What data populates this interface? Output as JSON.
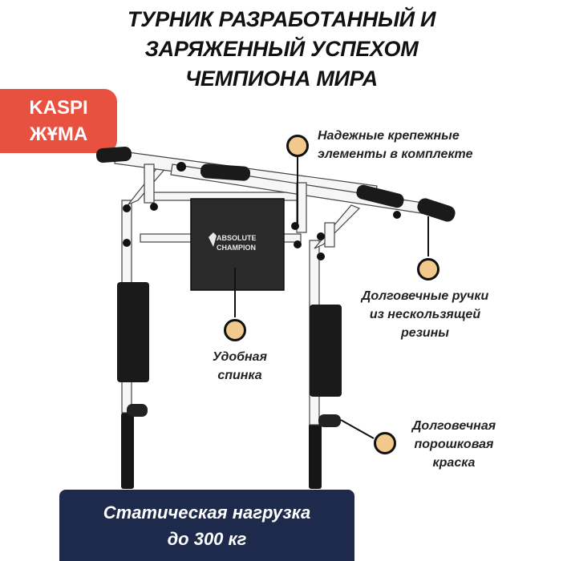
{
  "title": {
    "line1": "ТУРНИК РАЗРАБОТАННЫЙ И",
    "line2": "ЗАРЯЖЕННЫЙ УСПЕХОМ",
    "line3": "ЧЕМПИОНА МИРА"
  },
  "badge": {
    "line1": "KASPI",
    "line2": "ЖҰМА",
    "color": "#e8503f"
  },
  "brand": {
    "line1": "ABSOLUTE",
    "line2": "CHAMPION"
  },
  "callouts": {
    "fasteners": {
      "line1": "Надежные крепежные",
      "line2": "элементы в комплекте"
    },
    "handles": {
      "line1": "Долговечные ручки",
      "line2": "из нескользящей",
      "line3": "резины"
    },
    "backrest": {
      "line1": "Удобная",
      "line2": "спинка"
    },
    "paint": {
      "line1": "Долговечная",
      "line2": "порошковая",
      "line3": "краска"
    }
  },
  "banner": {
    "line1": "Статическая нагрузка",
    "line2": "до 300 кг",
    "color": "#1e2a4c"
  },
  "colors": {
    "dot": "#f1c98c",
    "frame": "#f4f4f4",
    "pad": "#1c1c1c"
  }
}
